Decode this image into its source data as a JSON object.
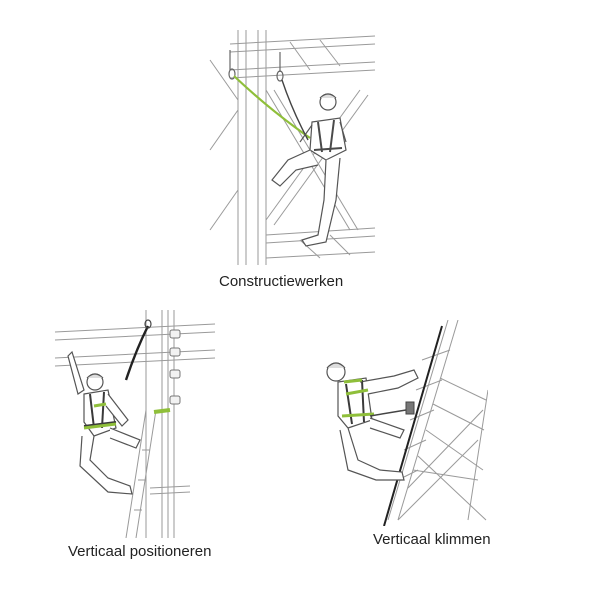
{
  "panels": [
    {
      "caption": "Constructiewerken",
      "icon": "steel-structure-climber"
    },
    {
      "caption": "Verticaal positioneren",
      "icon": "pole-worker-positioning"
    },
    {
      "caption": "Verticaal klimmen",
      "icon": "tower-ladder-climber"
    }
  ],
  "colors": {
    "line": "#8a8a8a",
    "figure": "#555555",
    "harness": "#9acd32",
    "lanyard": "#222222"
  }
}
